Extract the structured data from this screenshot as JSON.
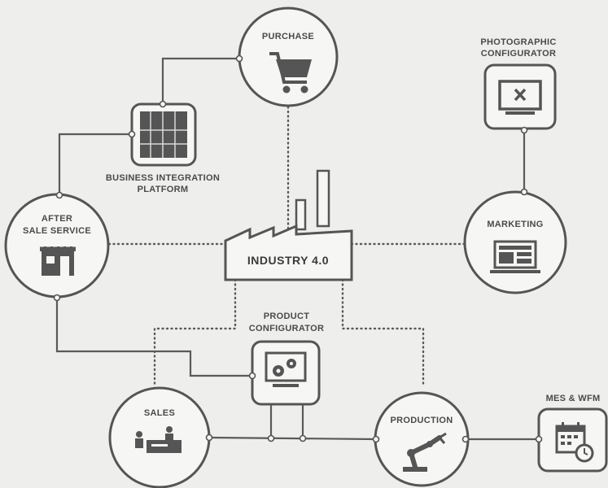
{
  "center": {
    "label": "INDUSTRY 4.0"
  },
  "nodes": {
    "purchase": {
      "label": "PURCHASE"
    },
    "business_integration": {
      "label_line1": "BUSINESS INTEGRATION",
      "label_line2": "PLATFORM"
    },
    "photographic_configurator": {
      "label_line1": "PHOTOGRAPHIC",
      "label_line2": "CONFIGURATOR"
    },
    "after_sale_service": {
      "label_line1": "AFTER",
      "label_line2": "SALE SERVICE"
    },
    "marketing": {
      "label": "MARKETING"
    },
    "product_configurator": {
      "label_line1": "PRODUCT",
      "label_line2": "CONFIGURATOR"
    },
    "sales": {
      "label": "SALES"
    },
    "production": {
      "label": "PRODUCTION"
    },
    "mes_wfm": {
      "label": "MES & WFM"
    }
  }
}
